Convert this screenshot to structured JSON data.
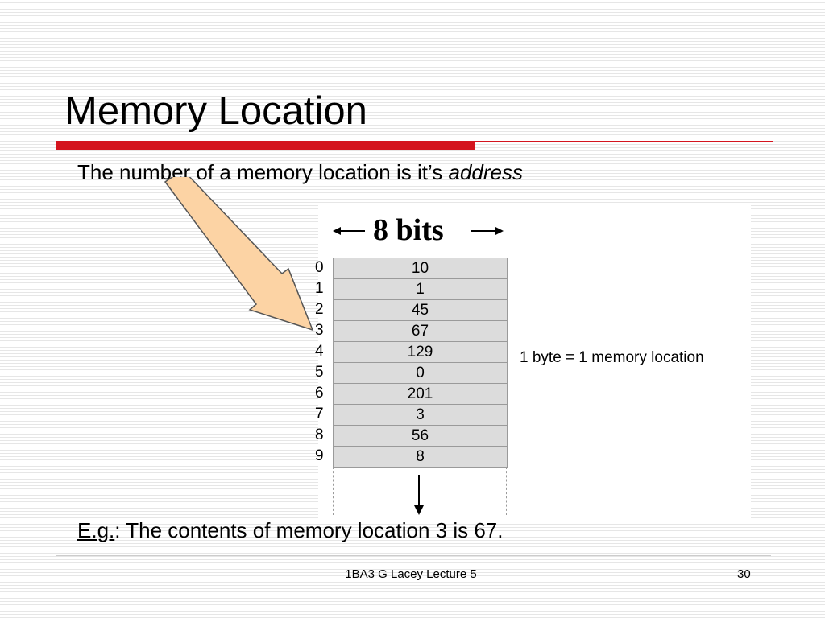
{
  "slide": {
    "title": "Memory Location",
    "subtitle_main": "The number of a memory location is it’s ",
    "subtitle_emphasis": "address",
    "example_label": "E.g.",
    "example_text": ":  The contents of memory location 3 is 67.",
    "footer_text": "1BA3 G Lacey Lecture 5",
    "page_number": "30"
  },
  "figure": {
    "bits_label": "8 bits",
    "byte_label": "1 byte = 1 memory location",
    "addresses": [
      "0",
      "1",
      "2",
      "3",
      "4",
      "5",
      "6",
      "7",
      "8",
      "9"
    ],
    "values": [
      "10",
      "1",
      "45",
      "67",
      "129",
      "0",
      "201",
      "3",
      "56",
      "8"
    ]
  },
  "colors": {
    "accent_red": "#d4141e",
    "arrow_fill": "#fcd3a4",
    "cell_fill": "#dcdcdc"
  }
}
